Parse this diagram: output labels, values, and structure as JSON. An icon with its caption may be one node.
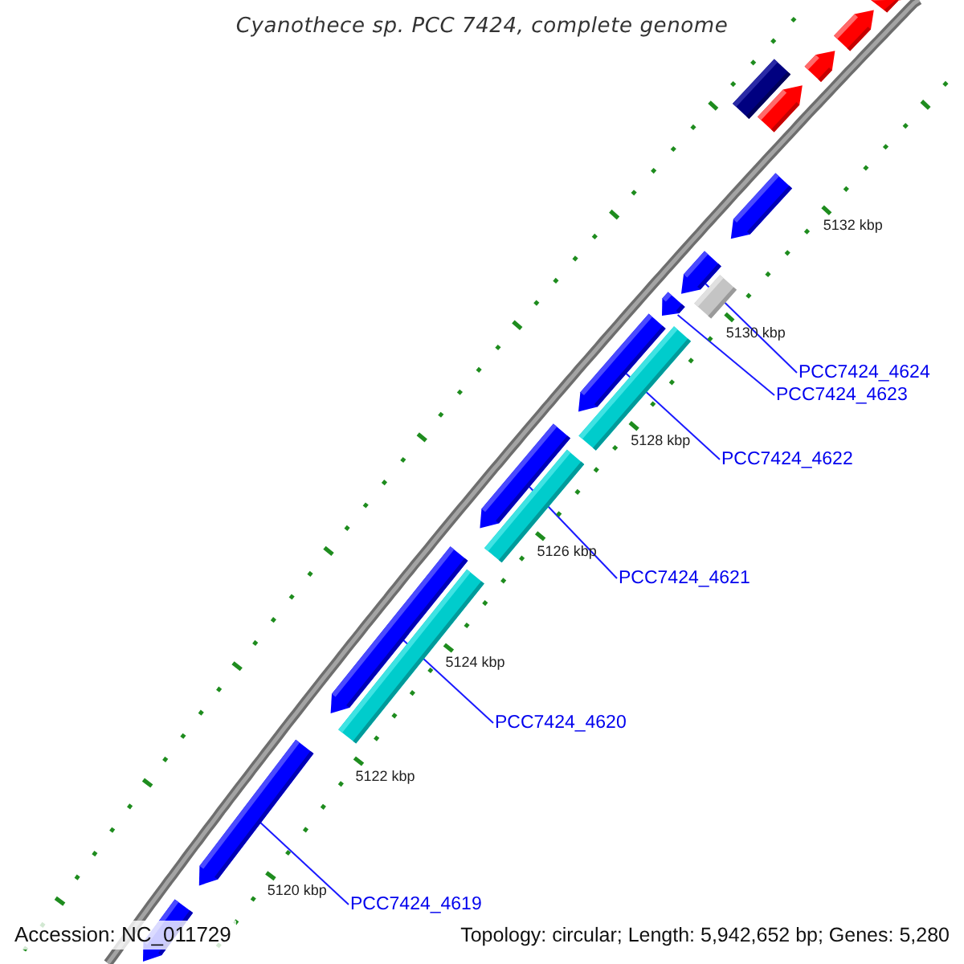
{
  "diagram": {
    "title": "Cyanothece sp. PCC 7424, complete genome",
    "nodes": [
      {
        "text": [
          "PCC7424_4624"
        ]
      },
      {
        "text": [
          "PCC7424_4623"
        ]
      },
      {
        "text": [
          "PCC7424_4622"
        ]
      },
      {
        "text": [
          "PCC7424_4621"
        ]
      },
      {
        "text": [
          "PCC7424_4620"
        ]
      },
      {
        "text": [
          "PCC7424_4619"
        ]
      },
      {
        "text": [],
        "shape": "pentagon"
      },
      {
        "text": [],
        "shape": "pentagon"
      },
      {
        "text": [],
        "shape": "pentagon"
      },
      {
        "text": [],
        "shape": "bar"
      },
      {
        "text": [],
        "shape": "pentagon"
      },
      {
        "text": [],
        "shape": "pentagon"
      },
      {
        "text": [],
        "shape": "pentagon"
      },
      {
        "text": [],
        "shape": "bar"
      },
      {
        "text": [],
        "shape": "pentagon"
      },
      {
        "text": [],
        "shape": "pentagon"
      },
      {
        "text": [],
        "shape": "bar"
      },
      {
        "text": [],
        "shape": "pentagon"
      },
      {
        "text": [],
        "shape": "bar"
      },
      {
        "text": [],
        "shape": "pentagon"
      },
      {
        "text": [],
        "shape": "bar"
      },
      {
        "text": [],
        "shape": "pentagon"
      },
      {
        "text": [],
        "shape": "pentagon"
      }
    ],
    "edges": [
      {
        "from": 0,
        "to": 12,
        "arrow": "none"
      },
      {
        "from": 1,
        "to": 14,
        "arrow": "none"
      },
      {
        "from": 2,
        "to": 15,
        "arrow": "none"
      },
      {
        "from": 3,
        "to": 17,
        "arrow": "none"
      },
      {
        "from": 4,
        "to": 19,
        "arrow": "none"
      },
      {
        "from": 5,
        "to": 21,
        "arrow": "none"
      }
    ],
    "labels": [
      "5132 kbp",
      "5130 kbp",
      "5128 kbp",
      "5126 kbp",
      "5124 kbp",
      "5122 kbp",
      "5120 kbp",
      "Accession: NC_011729",
      "Topology: circular; Length: 5,942,652 bp; Genes: 5,280"
    ]
  }
}
